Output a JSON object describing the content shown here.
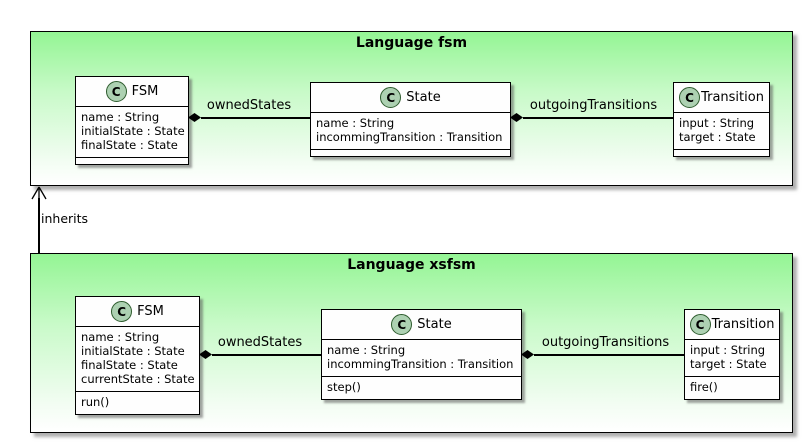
{
  "colors": {
    "package_gradient_top": "#94f594",
    "package_gradient_bottom": "#ffffff",
    "class_background": "#fefefe",
    "class_icon_fill": "#ADD1B2",
    "border": "#000000"
  },
  "packages": [
    {
      "title": "Language fsm",
      "classes": [
        {
          "icon_letter": "C",
          "name": "FSM",
          "attributes": [
            "name : String",
            "initialState : State",
            "finalState : State"
          ],
          "methods": []
        },
        {
          "icon_letter": "C",
          "name": "State",
          "attributes": [
            "name : String",
            "incommingTransition : Transition"
          ],
          "methods": []
        },
        {
          "icon_letter": "C",
          "name": "Transition",
          "attributes": [
            "input : String",
            "target : State"
          ],
          "methods": []
        }
      ],
      "relations": [
        {
          "label": "ownedStates",
          "type": "composition",
          "from": "FSM",
          "to": "State"
        },
        {
          "label": "outgoingTransitions",
          "type": "composition",
          "from": "State",
          "to": "Transition"
        }
      ]
    },
    {
      "title": "Language xsfsm",
      "classes": [
        {
          "icon_letter": "C",
          "name": "FSM",
          "attributes": [
            "name : String",
            "initialState : State",
            "finalState : State",
            "currentState : State"
          ],
          "methods": [
            "run()"
          ]
        },
        {
          "icon_letter": "C",
          "name": "State",
          "attributes": [
            "name : String",
            "incommingTransition : Transition"
          ],
          "methods": [
            "step()"
          ]
        },
        {
          "icon_letter": "C",
          "name": "Transition",
          "attributes": [
            "input : String",
            "target : State"
          ],
          "methods": [
            "fire()"
          ]
        }
      ],
      "relations": [
        {
          "label": "ownedStates",
          "type": "composition",
          "from": "FSM",
          "to": "State"
        },
        {
          "label": "outgoingTransitions",
          "type": "composition",
          "from": "State",
          "to": "Transition"
        }
      ]
    }
  ],
  "inheritance": {
    "label": "inherits",
    "from": "Language xsfsm",
    "to": "Language fsm"
  }
}
